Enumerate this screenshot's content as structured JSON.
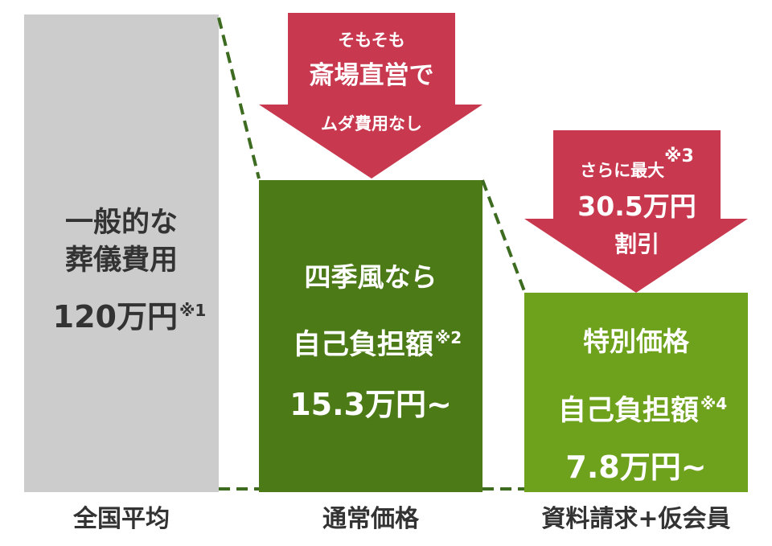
{
  "chart_data": {
    "type": "bar",
    "categories": [
      "全国平均",
      "通常価格",
      "資料請求+仮会員"
    ],
    "values": [
      120,
      15.3,
      7.8
    ],
    "unit": "万円",
    "bars": [
      {
        "category": "全国平均",
        "line1": "一般的な",
        "line2": "葬儀費用",
        "amount": "120万円",
        "note": "※1"
      },
      {
        "category": "通常価格",
        "line1": "四季風なら",
        "line2": "自己負担額",
        "note": "※2",
        "amount": "15.3万円~"
      },
      {
        "category": "資料請求+仮会員",
        "line1": "特別価格",
        "line2": "自己負担額",
        "note": "※4",
        "amount": "7.8万円~"
      }
    ],
    "callouts": [
      {
        "line1": "そもそも",
        "line2": "斎場直営で",
        "line3": "ムダ費用なし"
      },
      {
        "line1": "さらに最大",
        "note": "※3",
        "line2": "30.5万円",
        "line3": "割引"
      }
    ]
  },
  "colors": {
    "average_bar": "#cccccc",
    "normal_bar": "#4b7a17",
    "special_bar": "#6ea11c",
    "arrow": "#c8394f",
    "connector": "#3d6b1f",
    "average_text": "#333333",
    "label_text": "#333333"
  }
}
